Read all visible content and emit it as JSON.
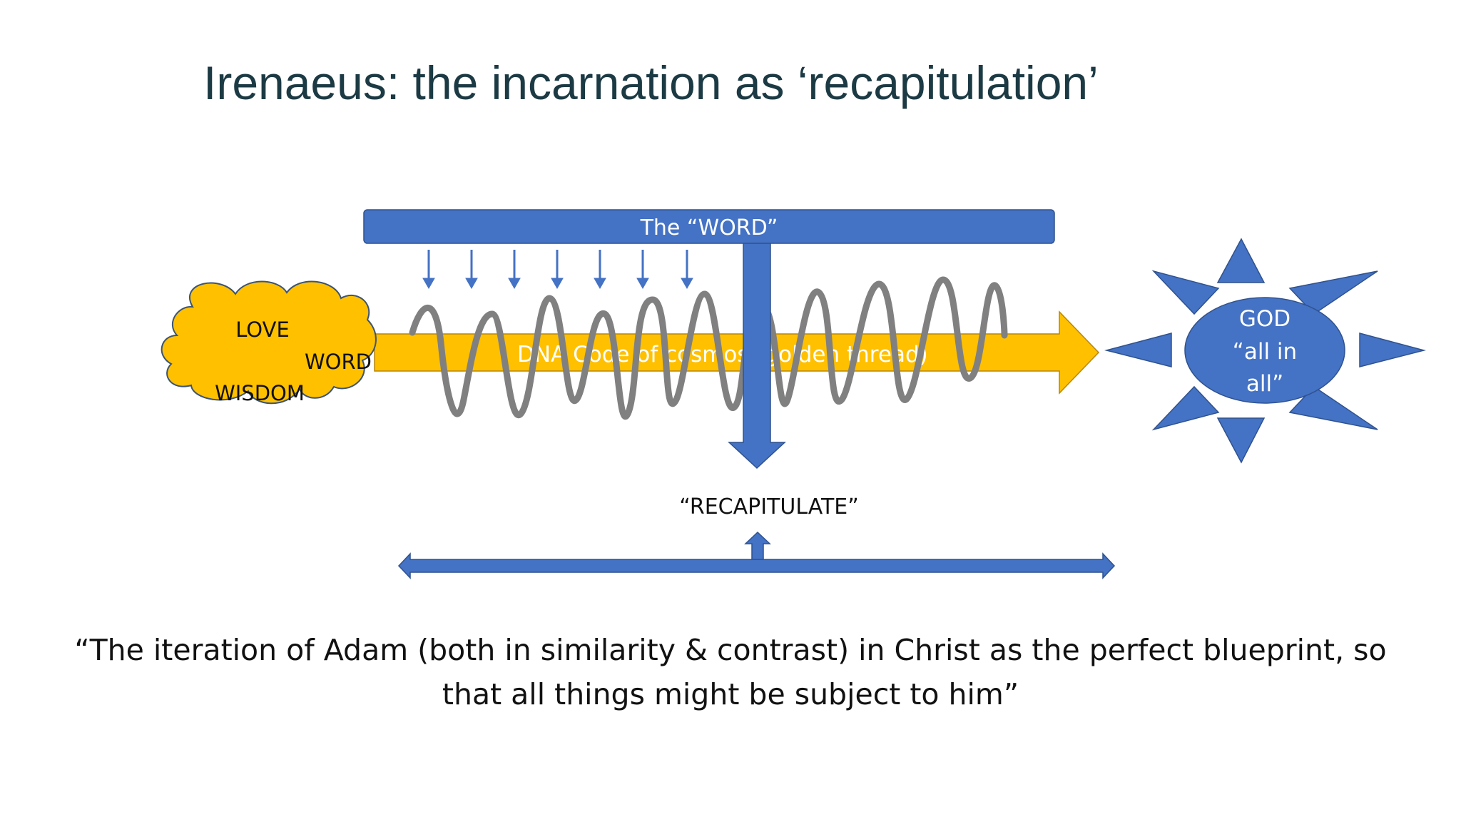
{
  "slide": {
    "title": "Irenaeus: the incarnation as ‘recapitulation’",
    "word_bar_label": "The “WORD”",
    "cloud": {
      "line1": "LOVE",
      "line2": "WORD",
      "line3": "WISDOM"
    },
    "thread_label": "DNA Code of cosmos (golden thread)",
    "recapitulate_label": "“RECAPITULATE”",
    "god": {
      "line1": "GOD",
      "line2": "“all in",
      "line3": "all”"
    },
    "quote": {
      "line1": "“The iteration of Adam (both in similarity & contrast) in Christ as the perfect blueprint, so",
      "line2": "that all things might be subject to him”"
    }
  },
  "colors": {
    "blue": "#4472c4",
    "gold": "#ffc000",
    "wave": "#808080",
    "title": "#1c3a44"
  }
}
